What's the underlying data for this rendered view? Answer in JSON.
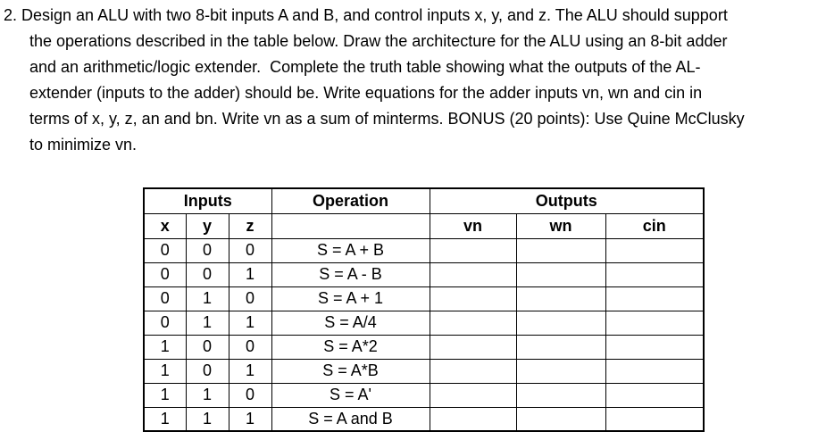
{
  "problem": {
    "lines": [
      "2. Design an ALU with two 8-bit inputs A and B, and control inputs x, y, and z. The ALU should support",
      "the operations described in the table below. Draw the architecture for the ALU using an 8-bit adder",
      "and an arithmetic/logic extender.  Complete the truth table showing what the outputs of the AL-",
      "extender (inputs to the adder) should be. Write equations for the adder inputs vn, wn and cin in",
      "terms of x, y, z, an and bn. Write vn as a sum of minterms. BONUS (20 points): Use Quine McClusky",
      "to minimize vn."
    ]
  },
  "table": {
    "groups": {
      "inputs": "Inputs",
      "operation": "Operation",
      "outputs": "Outputs"
    },
    "columns": {
      "x": "x",
      "y": "y",
      "z": "z",
      "vn": "vn",
      "wn": "wn",
      "cin": "cin"
    },
    "rows": [
      {
        "x": "0",
        "y": "0",
        "z": "0",
        "operation": "S = A + B",
        "vn": "",
        "wn": "",
        "cin": ""
      },
      {
        "x": "0",
        "y": "0",
        "z": "1",
        "operation": "S = A - B",
        "vn": "",
        "wn": "",
        "cin": ""
      },
      {
        "x": "0",
        "y": "1",
        "z": "0",
        "operation": "S = A + 1",
        "vn": "",
        "wn": "",
        "cin": ""
      },
      {
        "x": "0",
        "y": "1",
        "z": "1",
        "operation": "S = A/4",
        "vn": "",
        "wn": "",
        "cin": ""
      },
      {
        "x": "1",
        "y": "0",
        "z": "0",
        "operation": "S = A*2",
        "vn": "",
        "wn": "",
        "cin": ""
      },
      {
        "x": "1",
        "y": "0",
        "z": "1",
        "operation": "S = A*B",
        "vn": "",
        "wn": "",
        "cin": ""
      },
      {
        "x": "1",
        "y": "1",
        "z": "0",
        "operation": "S = A'",
        "vn": "",
        "wn": "",
        "cin": ""
      },
      {
        "x": "1",
        "y": "1",
        "z": "1",
        "operation": "S = A and B",
        "vn": "",
        "wn": "",
        "cin": ""
      }
    ]
  }
}
